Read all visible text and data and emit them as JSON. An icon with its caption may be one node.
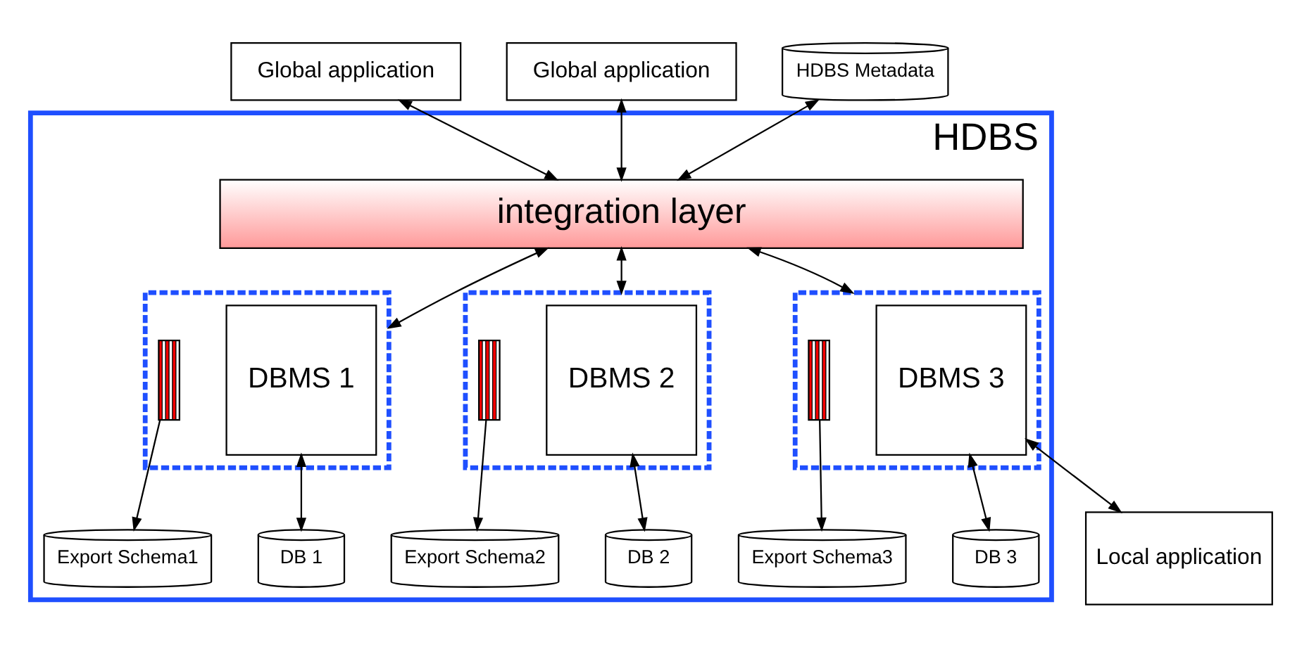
{
  "diagram": {
    "nodes": [
      {
        "text": [
          "Global application"
        ]
      },
      {
        "text": [
          "Global application"
        ]
      },
      {
        "text": [
          "HDBS"
        ]
      },
      {
        "text": [
          "HDBS Metadata"
        ]
      },
      {
        "text": [
          "integration layer"
        ],
        "in": 2
      },
      {
        "text": [],
        "shape": "box",
        "in": 2
      },
      {
        "text": [],
        "shape": "bar",
        "in": 5
      },
      {
        "text": [
          "DBMS 1"
        ],
        "in": 5
      },
      {
        "text": [],
        "shape": "box",
        "in": 2
      },
      {
        "text": [],
        "shape": "bar",
        "in": 8
      },
      {
        "text": [
          "DBMS 2"
        ],
        "in": 8
      },
      {
        "text": [],
        "shape": "box",
        "in": 2
      },
      {
        "text": [],
        "shape": "bar",
        "in": 11
      },
      {
        "text": [
          "DBMS 3"
        ],
        "in": 11
      },
      {
        "text": [
          "Local application"
        ]
      },
      {
        "text": [
          "Export Schema1"
        ],
        "in": 2
      },
      {
        "text": [
          "DB 1"
        ],
        "in": 2
      },
      {
        "text": [
          "Export Schema2"
        ],
        "in": 2
      },
      {
        "text": [
          "DB 2"
        ],
        "in": 2
      },
      {
        "text": [
          "Export Schema3"
        ],
        "in": 2
      },
      {
        "text": [
          "DB 3"
        ],
        "in": 2
      }
    ],
    "edges": [
      {
        "from": 0,
        "to": 4,
        "arrow": "both"
      },
      {
        "from": 1,
        "to": 4,
        "arrow": "both"
      },
      {
        "from": 3,
        "to": 4,
        "arrow": "both"
      },
      {
        "from": 4,
        "to": 5,
        "arrow": "both"
      },
      {
        "from": 4,
        "to": 8,
        "arrow": "both"
      },
      {
        "from": 4,
        "to": 11,
        "arrow": "both"
      },
      {
        "from": 13,
        "to": 14,
        "arrow": "both"
      },
      {
        "from": 6,
        "to": 15,
        "arrow": "to"
      },
      {
        "from": 7,
        "to": 16,
        "arrow": "both"
      },
      {
        "from": 9,
        "to": 17,
        "arrow": "to"
      },
      {
        "from": 10,
        "to": 18,
        "arrow": "both"
      },
      {
        "from": 12,
        "to": 19,
        "arrow": "to"
      },
      {
        "from": 13,
        "to": 20,
        "arrow": "both"
      }
    ]
  }
}
